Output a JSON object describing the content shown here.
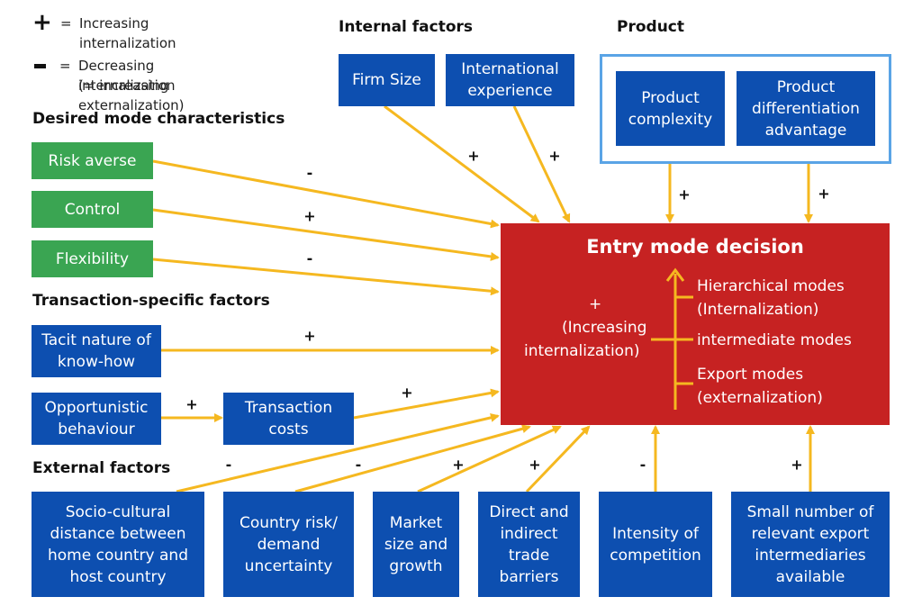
{
  "legend": {
    "plus_symbol": "+",
    "plus_eq": "=",
    "plus_text_1": "Increasing",
    "plus_text_2": "internalization",
    "minus_symbol": "-",
    "minus_eq": "=",
    "minus_text_1": "Decreasing internalization",
    "minus_text_2": "(= increasing externalization)"
  },
  "colors": {
    "factor_blue": "#0d4fb0",
    "characteristic_green": "#3aa552",
    "decision_red": "#c62222",
    "arrow_yellow": "#f5b820",
    "product_frame": "#5aa4e6"
  },
  "groups": {
    "desired": "Desired mode characteristics",
    "transaction": "Transaction-specific factors",
    "external": "External factors",
    "internal": "Internal factors",
    "product": "Product"
  },
  "nodes": {
    "risk_averse": "Risk averse",
    "control": "Control",
    "flexibility": "Flexibility",
    "tacit_1": "Tacit nature of",
    "tacit_2": "know-how",
    "opportunistic_1": "Opportunistic",
    "opportunistic_2": "behaviour",
    "transaction_costs_1": "Transaction",
    "transaction_costs_2": "costs",
    "firm_size": "Firm Size",
    "intl_exp_1": "International",
    "intl_exp_2": "experience",
    "product_complexity_1": "Product",
    "product_complexity_2": "complexity",
    "product_diff_1": "Product",
    "product_diff_2": "differentiation",
    "product_diff_3": "advantage",
    "socio_1": "Socio-cultural",
    "socio_2": "distance between",
    "socio_3": "home country and",
    "socio_4": "host country",
    "country_risk_1": "Country risk/",
    "country_risk_2": "demand",
    "country_risk_3": "uncertainty",
    "market_1": "Market",
    "market_2": "size and",
    "market_3": "growth",
    "barriers_1": "Direct and",
    "barriers_2": "indirect",
    "barriers_3": "trade",
    "barriers_4": "barriers",
    "competition_1": "Intensity of",
    "competition_2": "competition",
    "intermediaries_1": "Small number of",
    "intermediaries_2": "relevant export",
    "intermediaries_3": "intermediaries",
    "intermediaries_4": "available"
  },
  "decision": {
    "title": "Entry mode decision",
    "plus": "+",
    "increasing_1": "(Increasing",
    "increasing_2": "internalization)",
    "hier_1": "Hierarchical modes",
    "hier_2": "(Internalization)",
    "intermediate": "intermediate modes",
    "export_1": "Export modes",
    "export_2": "(externalization)"
  },
  "signs": {
    "risk_averse": "-",
    "control": "+",
    "flexibility": "-",
    "tacit": "+",
    "opportunistic": "+",
    "transaction_costs": "+",
    "firm_size": "+",
    "intl_exp": "+",
    "product_complexity": "+",
    "product_diff": "+",
    "socio": "-",
    "country_risk": "-",
    "market": "+",
    "barriers": "+",
    "competition": "-",
    "intermediaries": "+"
  }
}
